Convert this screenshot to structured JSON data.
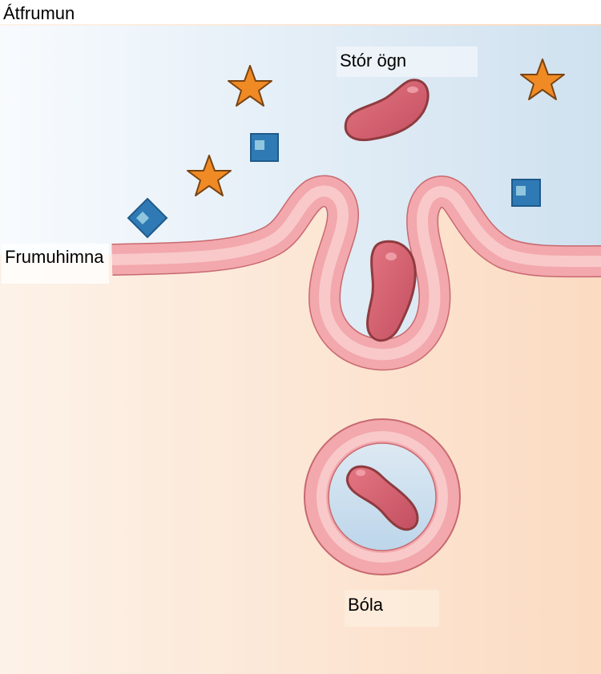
{
  "labels": {
    "extracellular": "Átfrumun",
    "cell_membrane": "Frumuhimna",
    "large_particle": "Stór ögn",
    "vesicle": "Bóla"
  },
  "colors": {
    "outside_light": "#f7fbfe",
    "outside_dark": "#cfe2f0",
    "cytoplasm_light": "#fdf1e6",
    "cytoplasm_dark": "#fbdcc3",
    "membrane_outer": "#f2a8ad",
    "membrane_inner": "#f9c8c9",
    "membrane_edge": "#c8696f",
    "particle_fill": "#d45d6e",
    "particle_edge": "#8e3b3f",
    "star_fill": "#f08a24",
    "star_edge": "#7a4413",
    "square_fill": "#2f7ab5",
    "square_edge": "#1f5a8b",
    "square_highlight": "#8fc6de",
    "vesicle_lumen": "#c9e0ef"
  }
}
